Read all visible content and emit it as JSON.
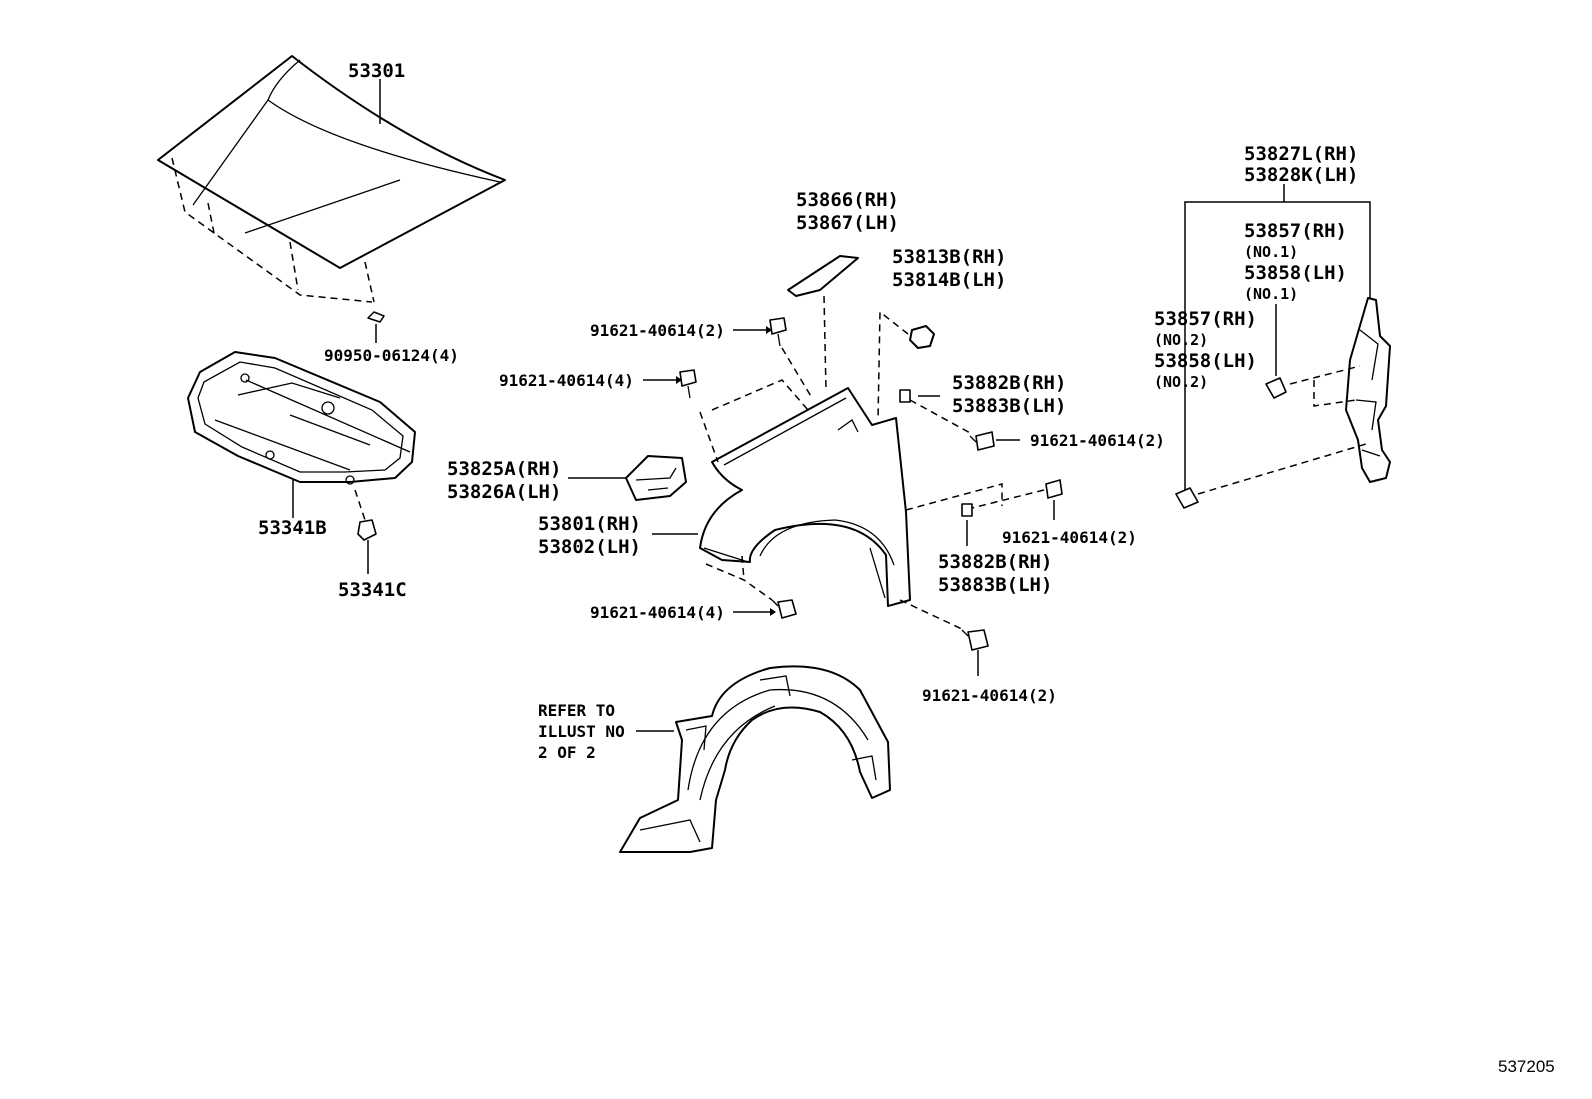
{
  "labels": {
    "hood": "53301",
    "hood_clip": "90950-06124(4)",
    "insulator": "53341B",
    "insulator_clip": "53341C",
    "bracket_rh": "53825A(RH)",
    "bracket_lh": "53826A(LH)",
    "fender_rh": "53801(RH)",
    "fender_lh": "53802(LH)",
    "seal_rh": "53866(RH)",
    "seal_lh": "53867(LH)",
    "cushion_rh": "53813B(RH)",
    "cushion_lh": "53814B(LH)",
    "nut_upper_rh": "53882B(RH)",
    "nut_upper_lh": "53883B(LH)",
    "nut_lower_rh": "53882B(RH)",
    "nut_lower_lh": "53883B(LH)",
    "bolt_top": "91621-40614(2)",
    "bolt_upper_left": "91621-40614(4)",
    "bolt_right_mid": "91621-40614(2)",
    "bolt_right_lower": "91621-40614(2)",
    "bolt_lower_left": "91621-40614(4)",
    "bolt_bottom": "91621-40614(2)",
    "protector_rh": "53827L(RH)",
    "protector_lh": "53828K(LH)",
    "clip_no1_rh": "53857(RH)",
    "clip_no1_rh_note": "(NO.1)",
    "clip_no1_lh": "53858(LH)",
    "clip_no1_lh_note": "(NO.1)",
    "clip_no2_rh": "53857(RH)",
    "clip_no2_rh_note": "(NO.2)",
    "clip_no2_lh": "53858(LH)",
    "clip_no2_lh_note": "(NO.2)",
    "refer_line1": "REFER TO",
    "refer_line2": "ILLUST NO",
    "refer_line3": "2 OF 2"
  },
  "footer": {
    "illustration_number": "537205"
  }
}
